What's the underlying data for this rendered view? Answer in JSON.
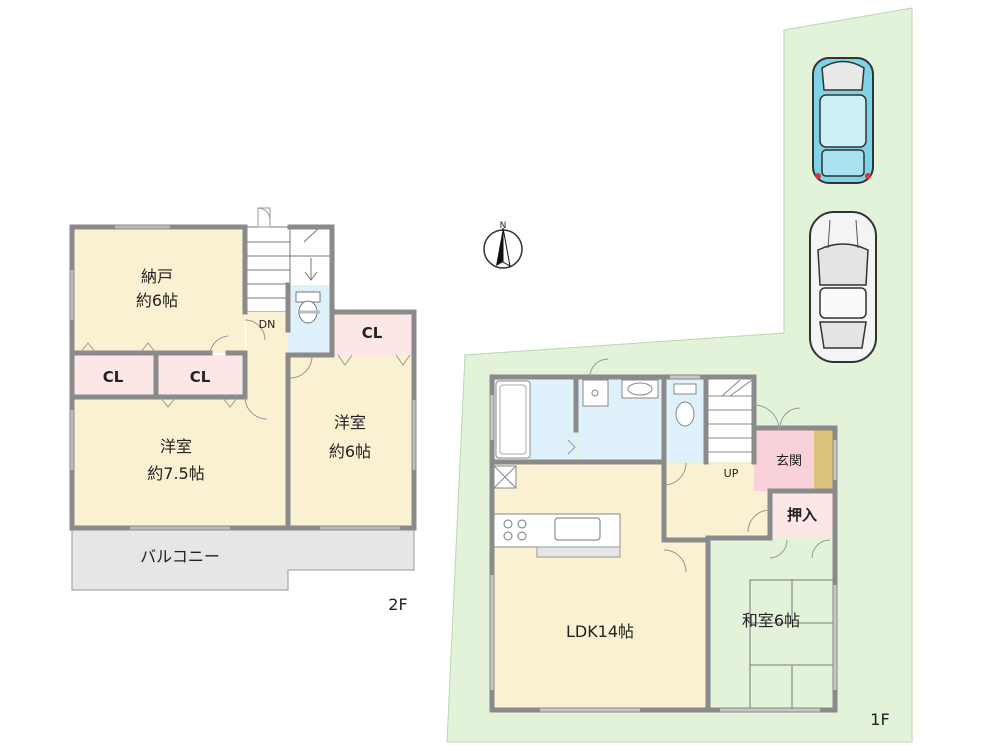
{
  "floor2": {
    "label": "2F",
    "rooms": {
      "storage": {
        "name": "納戸",
        "size": "約6帖"
      },
      "western_left": {
        "name": "洋室",
        "size": "約7.5帖"
      },
      "western_right": {
        "name": "洋室",
        "size": "約6帖"
      }
    },
    "closet": "CL",
    "balcony": "バルコニー",
    "stairs": "DN"
  },
  "floor1": {
    "label": "1F",
    "ldk": "LDK14帖",
    "japanese_room": "和室6帖",
    "entrance": "玄関",
    "oshiire": "押入",
    "stairs": "UP"
  },
  "compass": {
    "letter": "N"
  },
  "colors": {
    "room": "#faf0d2",
    "closet": "#fde6e6",
    "wet": "#dff1fb",
    "balcony": "#e6e6e6",
    "site": "#e3f3da",
    "wall": "#8a8a8a",
    "entrance": "#f8d2d8",
    "genkan_floor": "#d9c37a"
  }
}
